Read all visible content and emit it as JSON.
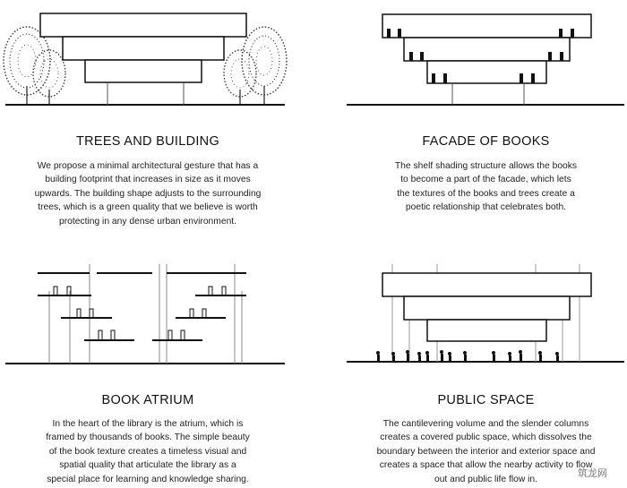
{
  "panels": [
    {
      "title": "TREES AND BUILDING",
      "lines": [
        "We propose a minimal architectural gesture that has a",
        "building footprint that increases in size as it moves",
        "upwards. The building shape adjusts to the surrounding",
        "trees, which is a green quality that we believe is worth",
        "protecting in any dense urban environment."
      ]
    },
    {
      "title": "FACADE OF BOOKS",
      "lines": [
        "The shelf shading structure allows the books",
        "to become a part of the facade, which lets",
        "the textures of the books and trees create a",
        "poetic relationship that celebrates both."
      ]
    },
    {
      "title": "BOOK ATRIUM",
      "lines": [
        "In the heart of the library is the atrium, which is",
        "framed by thousands of books. The simple beauty",
        "of the book texture creates a timeless visual and",
        "spatial quality that articulate the library as a",
        "special place for learning and knowledge sharing."
      ]
    },
    {
      "title": "PUBLIC SPACE",
      "lines": [
        "The cantilevering volume and the slender columns",
        "creates a covered public space, which dissolves the",
        "boundary between the interior and exterior space and",
        "creates a space that allow the nearby activity to flow",
        "out and public life flow in."
      ]
    }
  ],
  "watermark": "筑龙网"
}
